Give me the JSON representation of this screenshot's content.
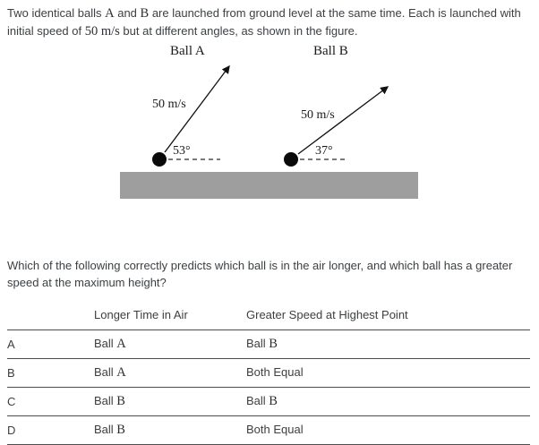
{
  "intro": {
    "seg1": "Two identical balls ",
    "ball_a": "A",
    "seg2": " and ",
    "ball_b": "B",
    "seg3": " are launched from ground level at the same time. Each is launched with initial speed of ",
    "speed": "50 m/s",
    "seg4": " but at different angles, as shown in the figure."
  },
  "figure": {
    "ball_a_title": "Ball A",
    "ball_b_title": "Ball B",
    "speed_a": "50 m/s",
    "speed_b": "50 m/s",
    "angle_a": "53°",
    "angle_b": "37°"
  },
  "question": "Which of the following correctly predicts which ball is in the air longer, and which ball has a greater speed at the maximum height?",
  "table": {
    "time_header": "Longer Time in Air",
    "speed_header": "Greater Speed at Highest Point",
    "rows": [
      {
        "letter": "A",
        "time_text": "Ball ",
        "time_math": "A",
        "speed_text": "Ball ",
        "speed_math": "B"
      },
      {
        "letter": "B",
        "time_text": "Ball ",
        "time_math": "A",
        "speed_text": "Both Equal",
        "speed_math": ""
      },
      {
        "letter": "C",
        "time_text": "Ball ",
        "time_math": "B",
        "speed_text": "Ball ",
        "speed_math": "B"
      },
      {
        "letter": "D",
        "time_text": "Ball ",
        "time_math": "B",
        "speed_text": "Both Equal",
        "speed_math": ""
      }
    ]
  },
  "colors": {
    "ground": "#9e9e9e",
    "rule": "#4d4d4d",
    "text": "#3c4043"
  }
}
